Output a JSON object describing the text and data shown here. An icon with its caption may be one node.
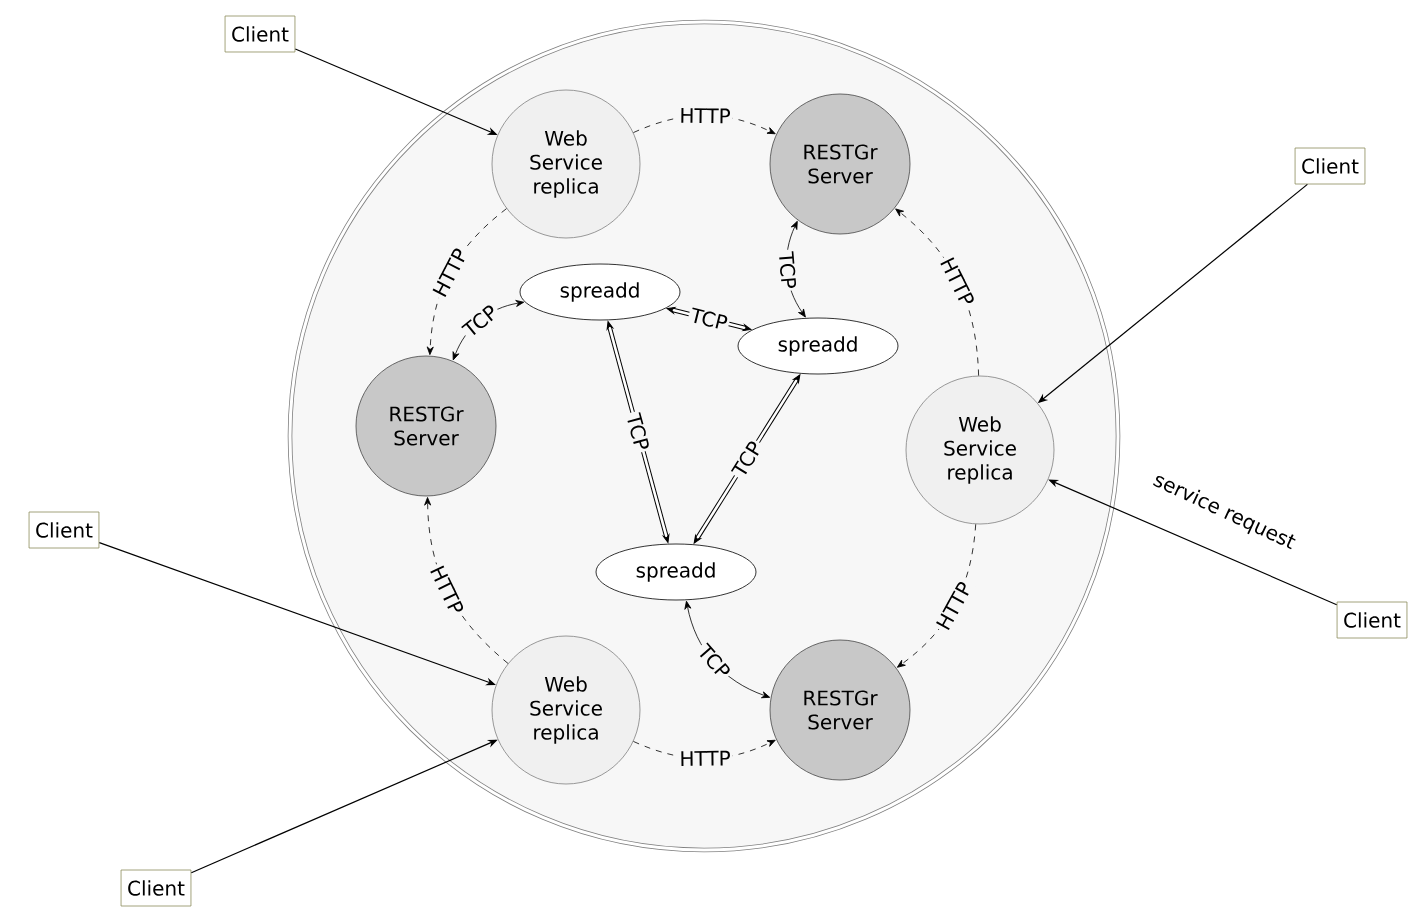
{
  "diagram": {
    "nodes": [
      {
        "text": [],
        "shape": "circle"
      },
      {
        "text": [
          "Web Service replica"
        ],
        "in": 0
      },
      {
        "text": [
          "RESTGr Server"
        ],
        "in": 0
      },
      {
        "text": [
          "spreadd"
        ],
        "in": 0
      },
      {
        "text": [
          "spreadd"
        ],
        "in": 0
      },
      {
        "text": [
          "RESTGr Server"
        ],
        "in": 0
      },
      {
        "text": [
          "Web Service replica"
        ],
        "in": 0
      },
      {
        "text": [
          "spreadd"
        ],
        "in": 0
      },
      {
        "text": [
          "Web Service replica"
        ],
        "in": 0
      },
      {
        "text": [
          "RESTGr Server"
        ],
        "in": 0
      },
      {
        "text": [
          "Client"
        ]
      },
      {
        "text": [
          "Client"
        ]
      },
      {
        "text": [
          "Client"
        ]
      },
      {
        "text": [
          "Client"
        ]
      },
      {
        "text": [
          "Client"
        ]
      }
    ],
    "edges": [
      {
        "from": 10,
        "to": 1,
        "arrow": "to"
      },
      {
        "from": 11,
        "to": 6,
        "arrow": "to"
      },
      {
        "from": 13,
        "to": 6,
        "arrow": "to",
        "label": "service request"
      },
      {
        "from": 12,
        "to": 8,
        "arrow": "to"
      },
      {
        "from": 14,
        "to": 8,
        "arrow": "to"
      },
      {
        "from": 1,
        "to": 2,
        "arrow": "to",
        "style": "dashed",
        "label": "HTTP"
      },
      {
        "from": 1,
        "to": 5,
        "arrow": "to",
        "style": "dashed",
        "label": "HTTP"
      },
      {
        "from": 6,
        "to": 2,
        "arrow": "to",
        "style": "dashed",
        "label": "HTTP"
      },
      {
        "from": 8,
        "to": 5,
        "arrow": "to",
        "style": "dashed",
        "label": "HTTP"
      },
      {
        "from": 6,
        "to": 9,
        "arrow": "to",
        "style": "dashed",
        "label": "HTTP"
      },
      {
        "from": 8,
        "to": 9,
        "arrow": "to",
        "style": "dashed",
        "label": "HTTP"
      },
      {
        "from": 5,
        "to": 3,
        "arrow": "both",
        "label": "TCP"
      },
      {
        "from": 2,
        "to": 4,
        "arrow": "both",
        "label": "TCP"
      },
      {
        "from": 9,
        "to": 7,
        "arrow": "both",
        "label": "TCP"
      },
      {
        "from": 3,
        "to": 4,
        "arrow": "both",
        "style": "thick",
        "label": "TCP"
      },
      {
        "from": 3,
        "to": 7,
        "arrow": "both",
        "style": "thick",
        "label": "TCP"
      },
      {
        "from": 4,
        "to": 7,
        "arrow": "both",
        "style": "thick",
        "label": "TCP"
      }
    ]
  }
}
